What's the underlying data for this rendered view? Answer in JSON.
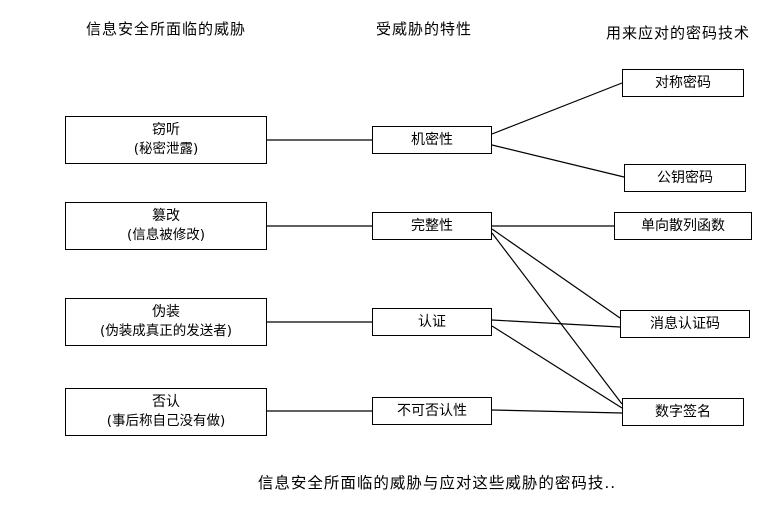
{
  "headers": {
    "threats": "信息安全所面临的威胁",
    "properties": "受威胁的特性",
    "techniques": "用来应对的密码技术"
  },
  "threats": [
    {
      "title": "窃听",
      "subtitle": "(秘密泄露)"
    },
    {
      "title": "篡改",
      "subtitle": "(信息被修改)"
    },
    {
      "title": "伪装",
      "subtitle": "(伪装成真正的发送者)"
    },
    {
      "title": "否认",
      "subtitle": "(事后称自己没有做)"
    }
  ],
  "properties": {
    "confidentiality": "机密性",
    "integrity": "完整性",
    "authentication": "认证",
    "non_repudiation": "不可否认性"
  },
  "techniques": {
    "symmetric": "对称密码",
    "public_key": "公钥密码",
    "hash": "单向散列函数",
    "mac": "消息认证码",
    "signature": "数字签名"
  },
  "connections": [
    {
      "from": "窃听",
      "to": "机密性"
    },
    {
      "from": "篡改",
      "to": "完整性"
    },
    {
      "from": "伪装",
      "to": "认证"
    },
    {
      "from": "否认",
      "to": "不可否认性"
    },
    {
      "from": "机密性",
      "to": "对称密码"
    },
    {
      "from": "机密性",
      "to": "公钥密码"
    },
    {
      "from": "完整性",
      "to": "单向散列函数"
    },
    {
      "from": "完整性",
      "to": "消息认证码"
    },
    {
      "from": "完整性",
      "to": "数字签名"
    },
    {
      "from": "认证",
      "to": "消息认证码"
    },
    {
      "from": "认证",
      "to": "数字签名"
    },
    {
      "from": "不可否认性",
      "to": "数字签名"
    }
  ],
  "caption": "信息安全所面临的威胁与应对这些威胁的密码技.."
}
